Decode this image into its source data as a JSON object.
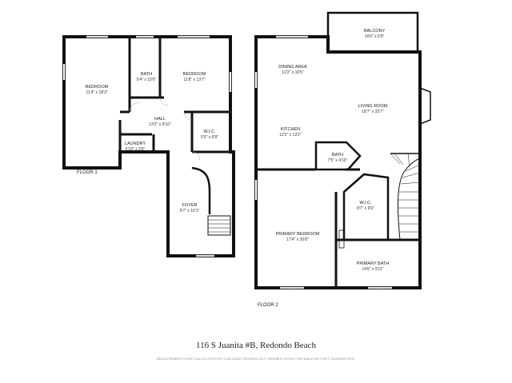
{
  "floors": [
    {
      "label": "FLOOR 1",
      "rooms": [
        {
          "id": "bedroom-1",
          "name": "BEDROOM",
          "dims": "11'4\" x 18'3\""
        },
        {
          "id": "bath-1",
          "name": "BATH",
          "dims": "5'4\" x 10'6\""
        },
        {
          "id": "bedroom-2",
          "name": "BEDROOM",
          "dims": "11'8\" x 13'7\""
        },
        {
          "id": "hall",
          "name": "HALL",
          "dims": "13'2\" x 9'10\""
        },
        {
          "id": "wic-1",
          "name": "W.I.C.",
          "dims": "5'9\" x 6'8\""
        },
        {
          "id": "laundry",
          "name": "LAUNDRY",
          "dims": "5'10\" x 3'0\""
        },
        {
          "id": "foyer",
          "name": "FOYER",
          "dims": "9'7\" x 16'1\""
        }
      ]
    },
    {
      "label": "FLOOR 2",
      "rooms": [
        {
          "id": "balcony",
          "name": "BALCONY",
          "dims": "16'6\" x 6'9\""
        },
        {
          "id": "dining-area",
          "name": "DINING AREA",
          "dims": "12'2\" x 10'5\""
        },
        {
          "id": "living-room",
          "name": "LIVING ROOM",
          "dims": "18'7\" x 33'7\""
        },
        {
          "id": "kitchen",
          "name": "KITCHEN",
          "dims": "12'2\" x 13'2\""
        },
        {
          "id": "bath-2",
          "name": "BATH",
          "dims": "7'5\" x 4'10\""
        },
        {
          "id": "wic-2",
          "name": "W.I.C.",
          "dims": "8'7\" x 9'6\""
        },
        {
          "id": "primary-bedroom",
          "name": "PRIMARY BEDROOM",
          "dims": "17'4\" x 20'8\""
        },
        {
          "id": "primary-bath",
          "name": "PRIMARY BATH",
          "dims": "14'6\" x 9'11\""
        }
      ]
    }
  ],
  "address": "116 S Juanita #B, Redondo Beach",
  "disclaimer": "MEASUREMENTS ARE CALCULATED BY CUBICASA TECHNOLOGY. DEEMED HIGHLY RELIABLE BUT NOT GUARANTEED."
}
